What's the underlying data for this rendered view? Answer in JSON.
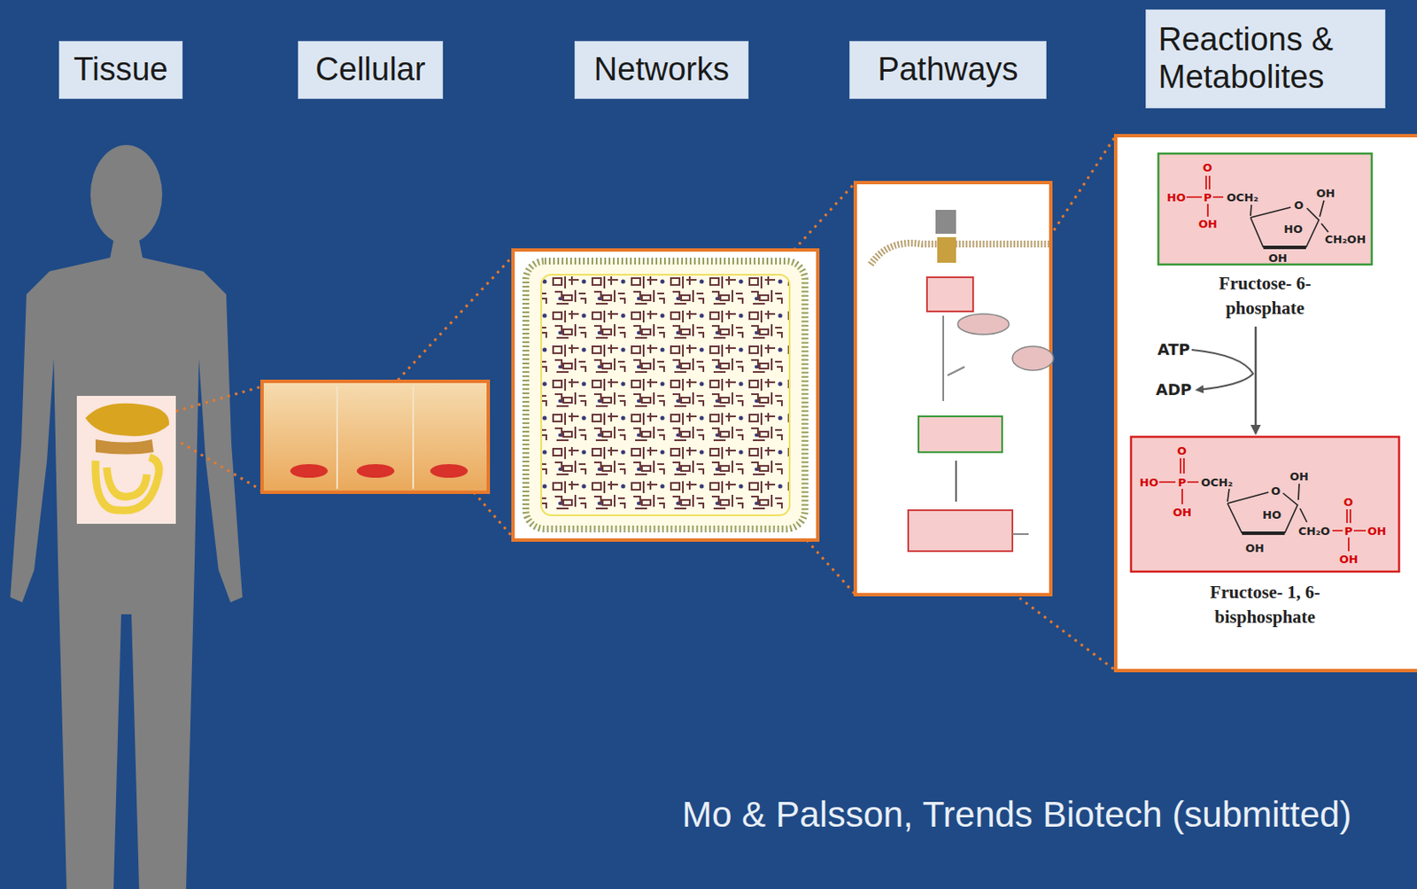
{
  "diagram": {
    "caption": "Mo & Palsson, Trends Biotech (submitted)",
    "nodes": [
      {
        "text": [
          "Tissue"
        ]
      },
      {
        "text": [
          "Cellular"
        ]
      },
      {
        "text": [
          "Networks"
        ]
      },
      {
        "text": [
          "Pathways"
        ]
      },
      {
        "text": [
          "Reactions & Metabolites"
        ]
      },
      {
        "text": [
          "Fructose- 6-phosphate"
        ]
      },
      {
        "text": [
          "Fructose- 1, 6-bisphosphate"
        ]
      }
    ],
    "edges": [
      {
        "from": 5,
        "to": 6,
        "arrow": "to"
      }
    ],
    "labels": [
      "O",
      "HO",
      "P",
      "OCH₂",
      "OH",
      "O",
      "OH",
      "HO",
      "CH₂OH",
      "OH",
      "ATP",
      "ADP",
      "O",
      "HO",
      "P",
      "OCH₂",
      "OH",
      "O",
      "OH",
      "HO",
      "CH₂O",
      "P",
      "OH",
      "O",
      "OH",
      "OH"
    ]
  }
}
